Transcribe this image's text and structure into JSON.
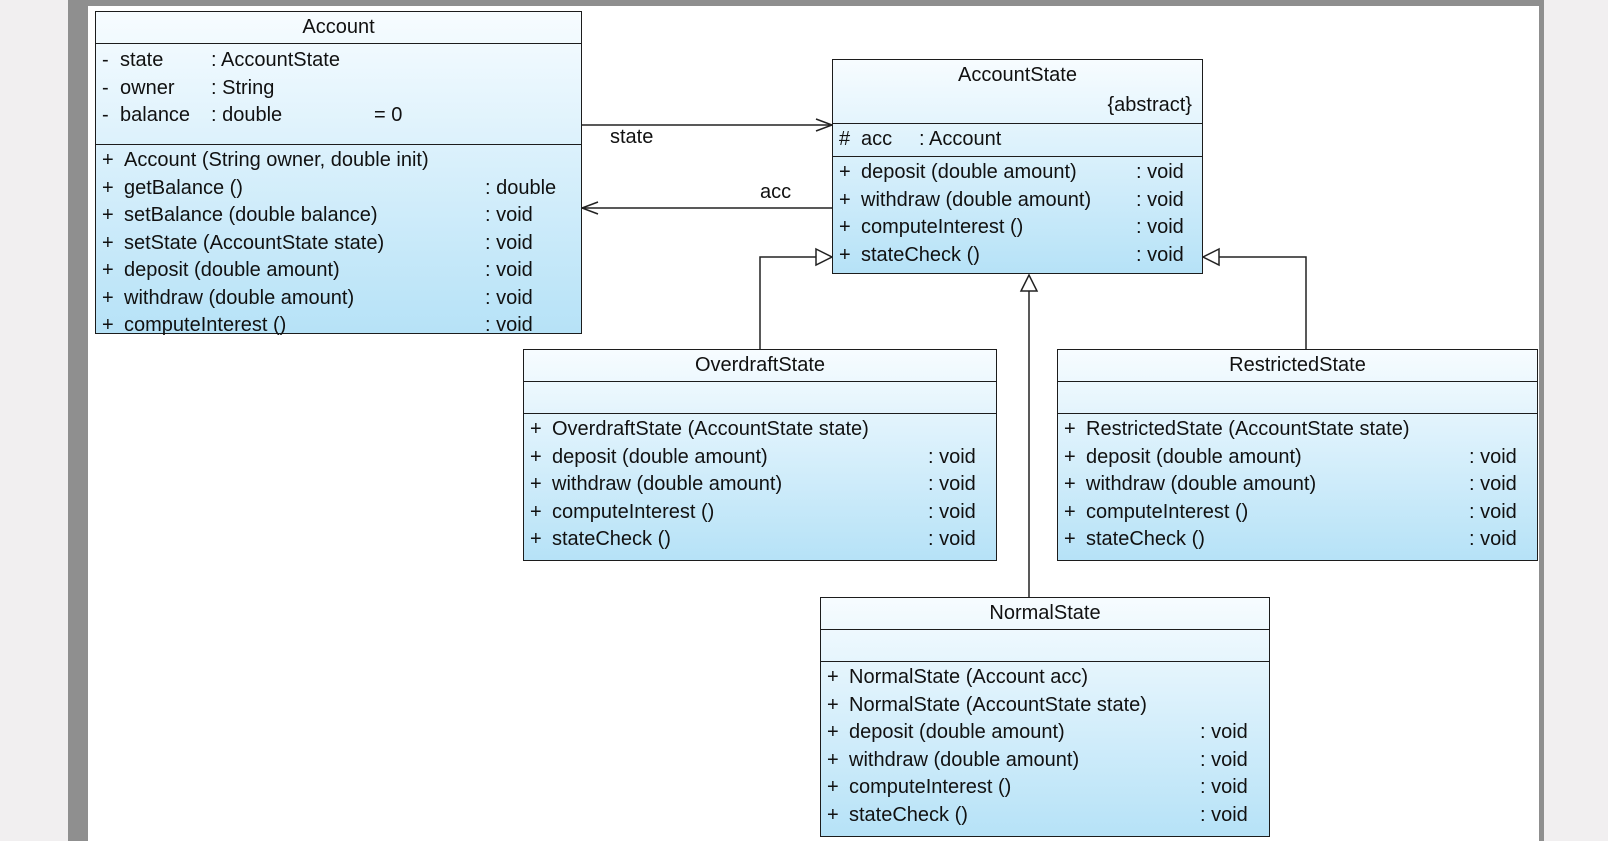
{
  "classes": {
    "account": {
      "name": "Account",
      "attributes": [
        {
          "vis": "-",
          "name": "state",
          "type": ": AccountState",
          "default": ""
        },
        {
          "vis": "-",
          "name": "owner",
          "type": ": String",
          "default": ""
        },
        {
          "vis": "-",
          "name": "balance",
          "type": ": double",
          "default": "= 0"
        }
      ],
      "operations": [
        {
          "vis": "+",
          "name": "Account (String owner, double init)",
          "type": ""
        },
        {
          "vis": "+",
          "name": "getBalance ()",
          "type": ": double"
        },
        {
          "vis": "+",
          "name": "setBalance (double balance)",
          "type": ": void"
        },
        {
          "vis": "+",
          "name": "setState (AccountState state)",
          "type": ": void"
        },
        {
          "vis": "+",
          "name": "deposit (double amount)",
          "type": ": void"
        },
        {
          "vis": "+",
          "name": "withdraw (double amount)",
          "type": ": void"
        },
        {
          "vis": "+",
          "name": "computeInterest ()",
          "type": ": void"
        }
      ]
    },
    "account_state": {
      "name": "AccountState",
      "stereotype": "{abstract}",
      "attributes": [
        {
          "vis": "#",
          "name": "acc",
          "type": ": Account"
        }
      ],
      "operations": [
        {
          "vis": "+",
          "name": "deposit (double amount)",
          "type": ": void"
        },
        {
          "vis": "+",
          "name": "withdraw (double amount)",
          "type": ": void"
        },
        {
          "vis": "+",
          "name": "computeInterest ()",
          "type": ": void"
        },
        {
          "vis": "+",
          "name": "stateCheck ()",
          "type": ": void"
        }
      ]
    },
    "overdraft_state": {
      "name": "OverdraftState",
      "operations": [
        {
          "vis": "+",
          "name": "OverdraftState (AccountState state)",
          "type": ""
        },
        {
          "vis": "+",
          "name": "deposit (double amount)",
          "type": ": void"
        },
        {
          "vis": "+",
          "name": "withdraw (double amount)",
          "type": ": void"
        },
        {
          "vis": "+",
          "name": "computeInterest ()",
          "type": ": void"
        },
        {
          "vis": "+",
          "name": "stateCheck ()",
          "type": ": void"
        }
      ]
    },
    "restricted_state": {
      "name": "RestrictedState",
      "operations": [
        {
          "vis": "+",
          "name": "RestrictedState (AccountState state)",
          "type": ""
        },
        {
          "vis": "+",
          "name": "deposit (double amount)",
          "type": ": void"
        },
        {
          "vis": "+",
          "name": "withdraw (double amount)",
          "type": ": void"
        },
        {
          "vis": "+",
          "name": "computeInterest ()",
          "type": ": void"
        },
        {
          "vis": "+",
          "name": "stateCheck ()",
          "type": ": void"
        }
      ]
    },
    "normal_state": {
      "name": "NormalState",
      "operations": [
        {
          "vis": "+",
          "name": "NormalState (Account acc)",
          "type": ""
        },
        {
          "vis": "+",
          "name": "NormalState (AccountState state)",
          "type": ""
        },
        {
          "vis": "+",
          "name": "deposit (double amount)",
          "type": ": void"
        },
        {
          "vis": "+",
          "name": "withdraw (double amount)",
          "type": ": void"
        },
        {
          "vis": "+",
          "name": "computeInterest ()",
          "type": ": void"
        },
        {
          "vis": "+",
          "name": "stateCheck ()",
          "type": ": void"
        }
      ]
    }
  },
  "associations": {
    "state_label": "state",
    "acc_label": "acc"
  }
}
